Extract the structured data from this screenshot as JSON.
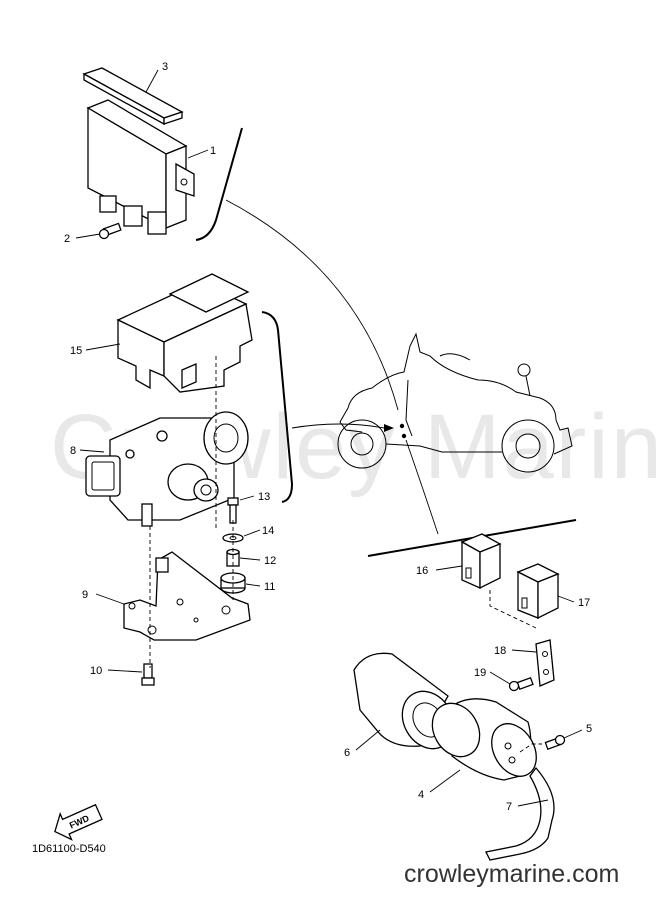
{
  "diagram": {
    "watermark": "Crowley Marine",
    "brand_url": "crowleymarine.com",
    "drawing_code": "1D61100-D540",
    "fwd_label": "FWD",
    "callouts": {
      "p1": "1",
      "p2": "2",
      "p3": "3",
      "p4": "4",
      "p5": "5",
      "p6": "6",
      "p7": "7",
      "p8": "8",
      "p9": "9",
      "p10": "10",
      "p11": "11",
      "p12": "12",
      "p13": "13",
      "p14": "14",
      "p15": "15",
      "p16": "16",
      "p17": "17",
      "p18": "18",
      "p19": "19"
    }
  }
}
